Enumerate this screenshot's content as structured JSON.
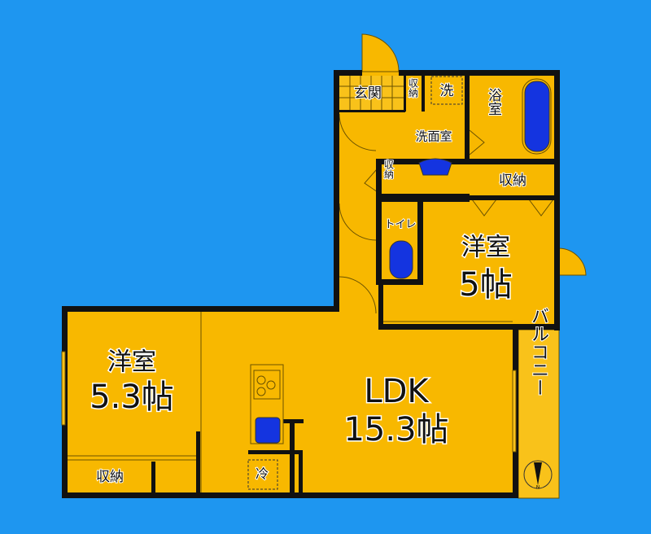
{
  "colors": {
    "background": "#1e96f0",
    "floor": "#f8b800",
    "fixture": "#1434e0",
    "wall": "#111111"
  },
  "rooms": {
    "genkan": "玄関",
    "storage_small_1": "収納",
    "washer": "洗",
    "washroom": "洗面室",
    "bath": "浴室",
    "storage_small_2": "収納",
    "storage_upper": "収納",
    "toilet": "トイレ",
    "western_room_1": {
      "name": "洋室",
      "size": "5帖"
    },
    "western_room_2": {
      "name": "洋室",
      "size": "5.3帖"
    },
    "storage_lower": "収納",
    "ldk": {
      "name": "LDK",
      "size": "15.3帖"
    },
    "fridge": "冷",
    "balcony": "バルコニー"
  },
  "compass": "N"
}
